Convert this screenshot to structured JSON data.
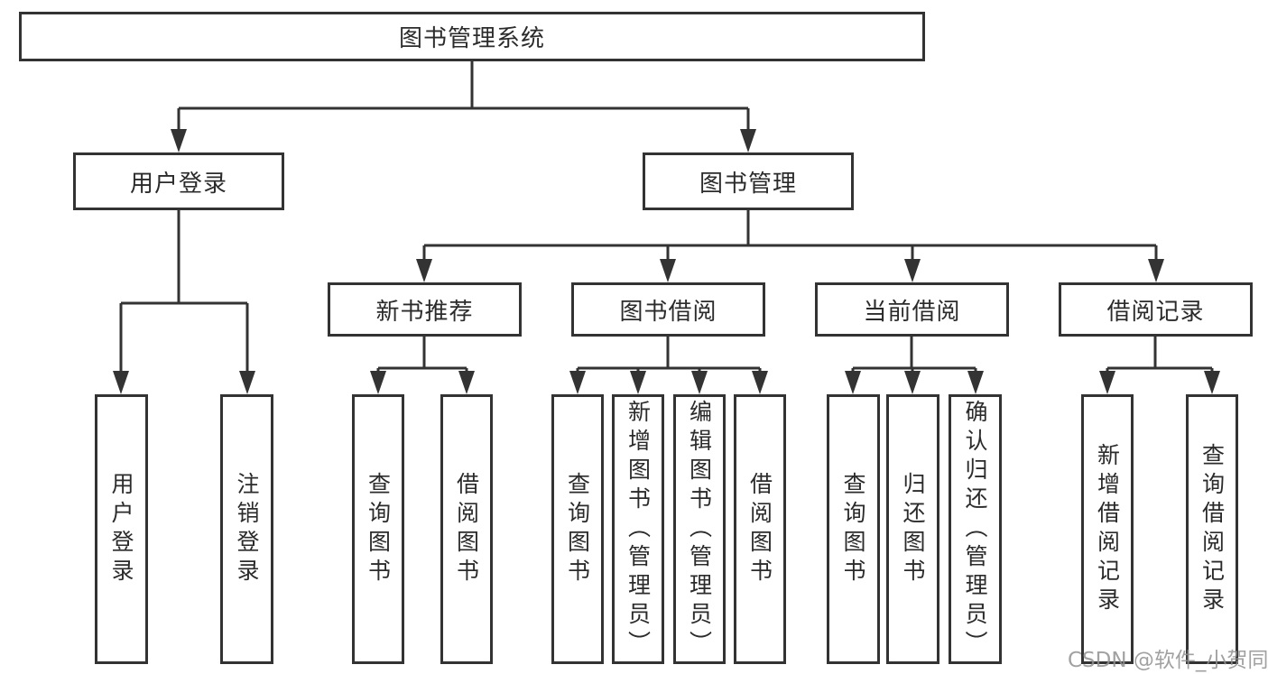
{
  "tree": {
    "root": {
      "label": "图书管理系统",
      "children": [
        {
          "label": "用户登录",
          "children": [
            {
              "label": "用户登录"
            },
            {
              "label": "注销登录"
            }
          ]
        },
        {
          "label": "图书管理",
          "children": [
            {
              "label": "新书推荐",
              "children": [
                {
                  "label": "查询图书"
                },
                {
                  "label": "借阅图书"
                }
              ]
            },
            {
              "label": "图书借阅",
              "children": [
                {
                  "label": "查询图书"
                },
                {
                  "label": "新增图书（管理员）"
                },
                {
                  "label": "编辑图书（管理员）"
                },
                {
                  "label": "借阅图书"
                }
              ]
            },
            {
              "label": "当前借阅",
              "children": [
                {
                  "label": "查询图书"
                },
                {
                  "label": "归还图书"
                },
                {
                  "label": "确认归还（管理员）"
                }
              ]
            },
            {
              "label": "借阅记录",
              "children": [
                {
                  "label": "新增借阅记录"
                },
                {
                  "label": "查询借阅记录"
                }
              ]
            }
          ]
        }
      ]
    }
  },
  "watermark": {
    "text": "CSDN @软件_小贺同学"
  },
  "colors": {
    "line": "#333333",
    "text": "#2b2b2b",
    "watermark": "#919191",
    "background": "#ffffff"
  }
}
